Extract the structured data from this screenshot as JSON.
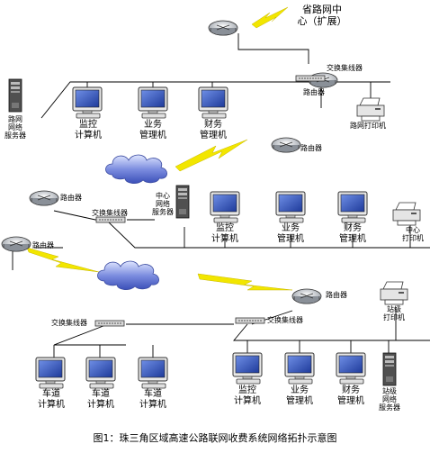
{
  "caption": "图1：珠三角区域高速公路联网收费系统网络拓扑示意图",
  "labels": {
    "provincial_center": "省路网中\n心（扩展）",
    "switch": "交换集线器",
    "router": "路由器",
    "net_server": "路网\n网络\n服务器",
    "monitor_pc": "监控\n计算机",
    "business_pc": "业务\n管理机",
    "finance_pc": "财务\n管理机",
    "net_printer": "路网打印机",
    "center_server": "中心\n网络\n服务器",
    "center_printer": "中心\n打印机",
    "station_printer": "站级\n打印机",
    "lane_pc": "车道\n计算机",
    "station_server": "站级\n网络\n服务器"
  },
  "colors": {
    "line": "#000000",
    "lightning": "#f2e600",
    "cloud": "#5f6fd0",
    "monitor_screen": "#2a48a8"
  }
}
